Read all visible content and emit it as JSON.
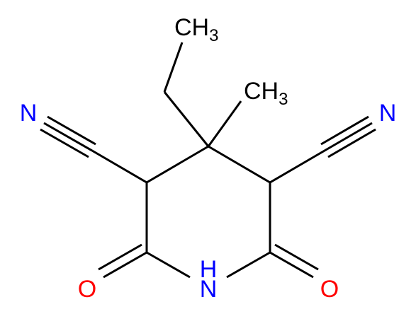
{
  "molecule": {
    "labels": {
      "nitrile_left_n": "N",
      "nitrile_right_n": "N",
      "ethyl_ch3_c": "CH",
      "ethyl_ch3_sub": "3",
      "methyl_ch3_c": "CH",
      "methyl_ch3_sub": "3",
      "amide_nh": "N",
      "amide_nh_h": "H",
      "carbonyl_left_o": "O",
      "carbonyl_right_o": "O"
    },
    "colors": {
      "carbon": "#000000",
      "nitrogen_nitrile": "#0000ff",
      "nitrogen_amide": "#0000ff",
      "oxygen": "#ff0000"
    }
  }
}
